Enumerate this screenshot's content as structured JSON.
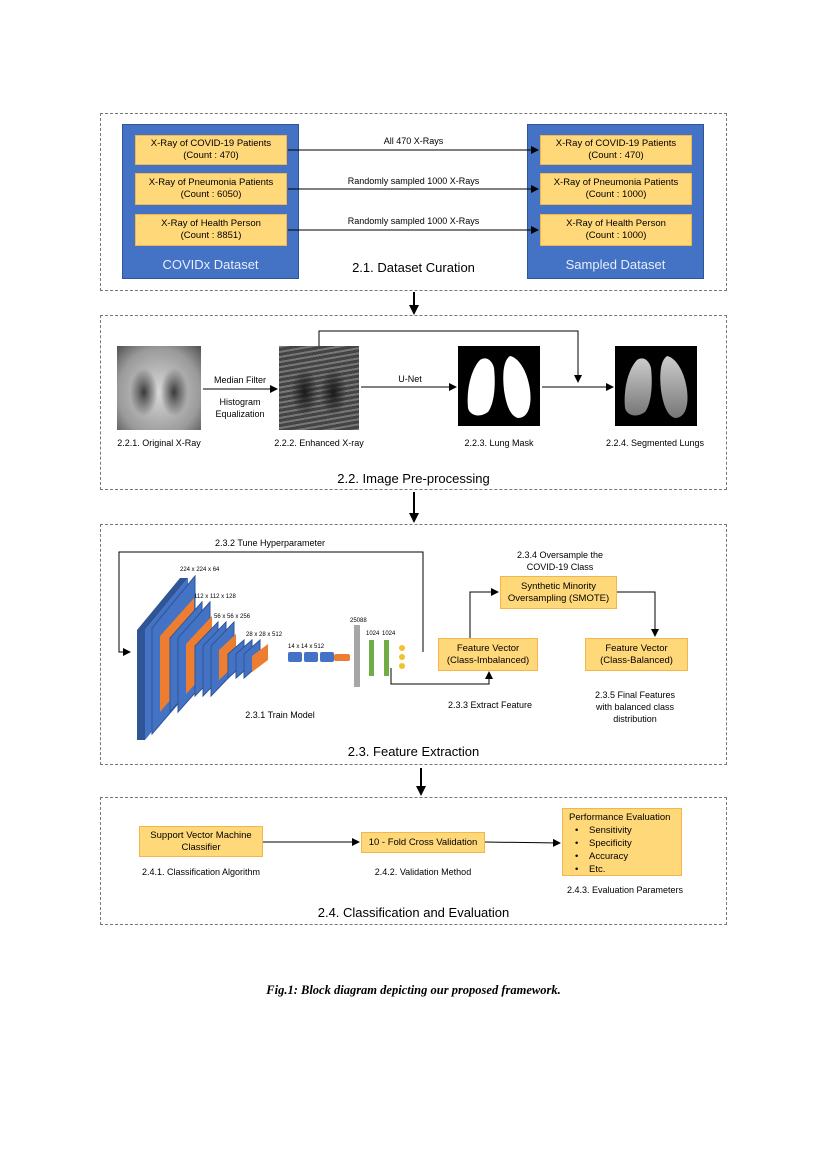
{
  "section1": {
    "title": "2.1. Dataset Curation",
    "left_panel_label": "COVIDx Dataset",
    "right_panel_label": "Sampled Dataset",
    "left_items": [
      {
        "name": "X-Ray of COVID-19 Patients",
        "count": "(Count : 470)"
      },
      {
        "name": "X-Ray of Pneumonia Patients",
        "count": "(Count : 6050)"
      },
      {
        "name": "X-Ray of Health Person",
        "count": "(Count : 8851)"
      }
    ],
    "right_items": [
      {
        "name": "X-Ray of COVID-19 Patients",
        "count": "(Count : 470)"
      },
      {
        "name": "X-Ray of Pneumonia Patients",
        "count": "(Count : 1000)"
      },
      {
        "name": "X-Ray of Health Person",
        "count": "(Count : 1000)"
      }
    ],
    "arrow_labels": [
      "All 470 X-Rays",
      "Randomly sampled 1000 X-Rays",
      "Randomly sampled 1000 X-Rays"
    ]
  },
  "section2": {
    "title": "2.2. Image Pre-processing",
    "img_labels": [
      "2.2.1. Original X-Ray",
      "2.2.2. Enhanced X-ray",
      "2.2.3. Lung Mask",
      "2.2.4. Segmented Lungs"
    ],
    "step_median": "Median Filter",
    "step_hist_line1": "Histogram",
    "step_hist_line2": "Equalization",
    "step_unet": "U-Net"
  },
  "section3": {
    "title": "2.3. Feature Extraction",
    "tune": "2.3.2 Tune Hyperparameter",
    "train": "2.3.1 Train Model",
    "extract": "2.3.3 Extract Feature",
    "oversample_line1": "2.3.4 Oversample the",
    "oversample_line2": "COVID-19 Class",
    "smote_line1": "Synthetic Minority",
    "smote_line2": "Oversampling (SMOTE)",
    "fv_imb_line1": "Feature Vector",
    "fv_imb_line2": "(Class-Imbalanced)",
    "fv_bal_line1": "Feature Vector",
    "fv_bal_line2": "(Class-Balanced)",
    "final_line1": "2.3.5 Final Features",
    "final_line2": "with balanced class",
    "final_line3": "distribution",
    "vgg_labels": [
      "224 x 224 x 64",
      "112 x 112 x 128",
      "56 x 56 x 256",
      "28 x 28 x 512",
      "14 x 14 x 512",
      "25088",
      "1024",
      "1024"
    ]
  },
  "section4": {
    "title": "2.4. Classification and Evaluation",
    "svm_line1": "Support Vector Machine",
    "svm_line2": "Classifier",
    "cv": "10 - Fold Cross Validation",
    "perf_title": "Performance Evaluation",
    "perf_items": [
      "Sensitivity",
      "Specificity",
      "Accuracy",
      "Etc."
    ],
    "lbl_algo": "2.4.1. Classification Algorithm",
    "lbl_val": "2.4.2. Validation Method",
    "lbl_eval": "2.4.3. Evaluation Parameters"
  },
  "caption": "Fig.1: Block diagram depicting our proposed framework.",
  "colors": {
    "blue": "#4472c4",
    "yellow": "#ffd87a",
    "orange": "#ed7d31",
    "green": "#70ad47",
    "gold": "#f2c12e"
  }
}
